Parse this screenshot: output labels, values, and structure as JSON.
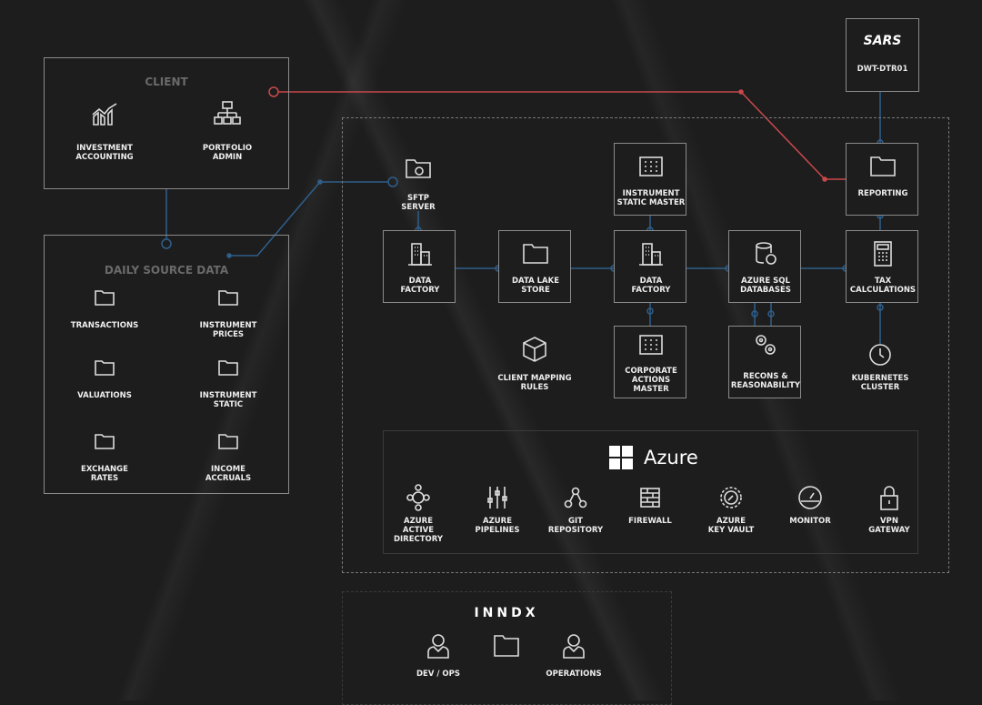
{
  "client": {
    "title": "CLIENT",
    "items": [
      {
        "label": "INVESTMENT\nACCOUNTING",
        "icon": "chart-icon"
      },
      {
        "label": "PORTFOLIO\nADMIN",
        "icon": "org-chart-icon"
      }
    ]
  },
  "daily": {
    "title": "DAILY SOURCE DATA",
    "items": [
      "TRANSACTIONS",
      "INSTRUMENT\nPRICES",
      "VALUATIONS",
      "INSTRUMENT\nSTATIC",
      "EXCHANGE\nRATES",
      "INCOME\nACCRUALS"
    ]
  },
  "sars": {
    "logo": "SARS",
    "label": "DWT-DTR01"
  },
  "nodes": {
    "sftp": "SFTP\nSERVER",
    "df1": "DATA\nFACTORY",
    "lake": "DATA LAKE\nSTORE",
    "df2": "DATA\nFACTORY",
    "sql": "AZURE SQL\nDATABASES",
    "tax": "TAX\nCALCULATIONS",
    "ism": "INSTRUMENT\nSTATIC MASTER",
    "reporting": "REPORTING",
    "cam": "CORPORATE\nACTIONS\nMASTER",
    "recons": "RECONS &\nREASONABILITY",
    "mapping": "CLIENT MAPPING\nRULES",
    "k8s": "KUBERNETES\nCLUSTER"
  },
  "azure": {
    "title": "Azure",
    "items": [
      "AZURE\nACTIVE\nDIRECTORY",
      "AZURE\nPIPELINES",
      "GIT\nREPOSITORY",
      "FIREWALL",
      "AZURE\nKEY VAULT",
      "MONITOR",
      "VPN\nGATEWAY"
    ]
  },
  "inndx": {
    "title": "INNDX",
    "items": [
      "DEV / OPS",
      "OPERATIONS"
    ]
  },
  "colors": {
    "red": "#c9484c",
    "blue": "#2f5f8c"
  }
}
